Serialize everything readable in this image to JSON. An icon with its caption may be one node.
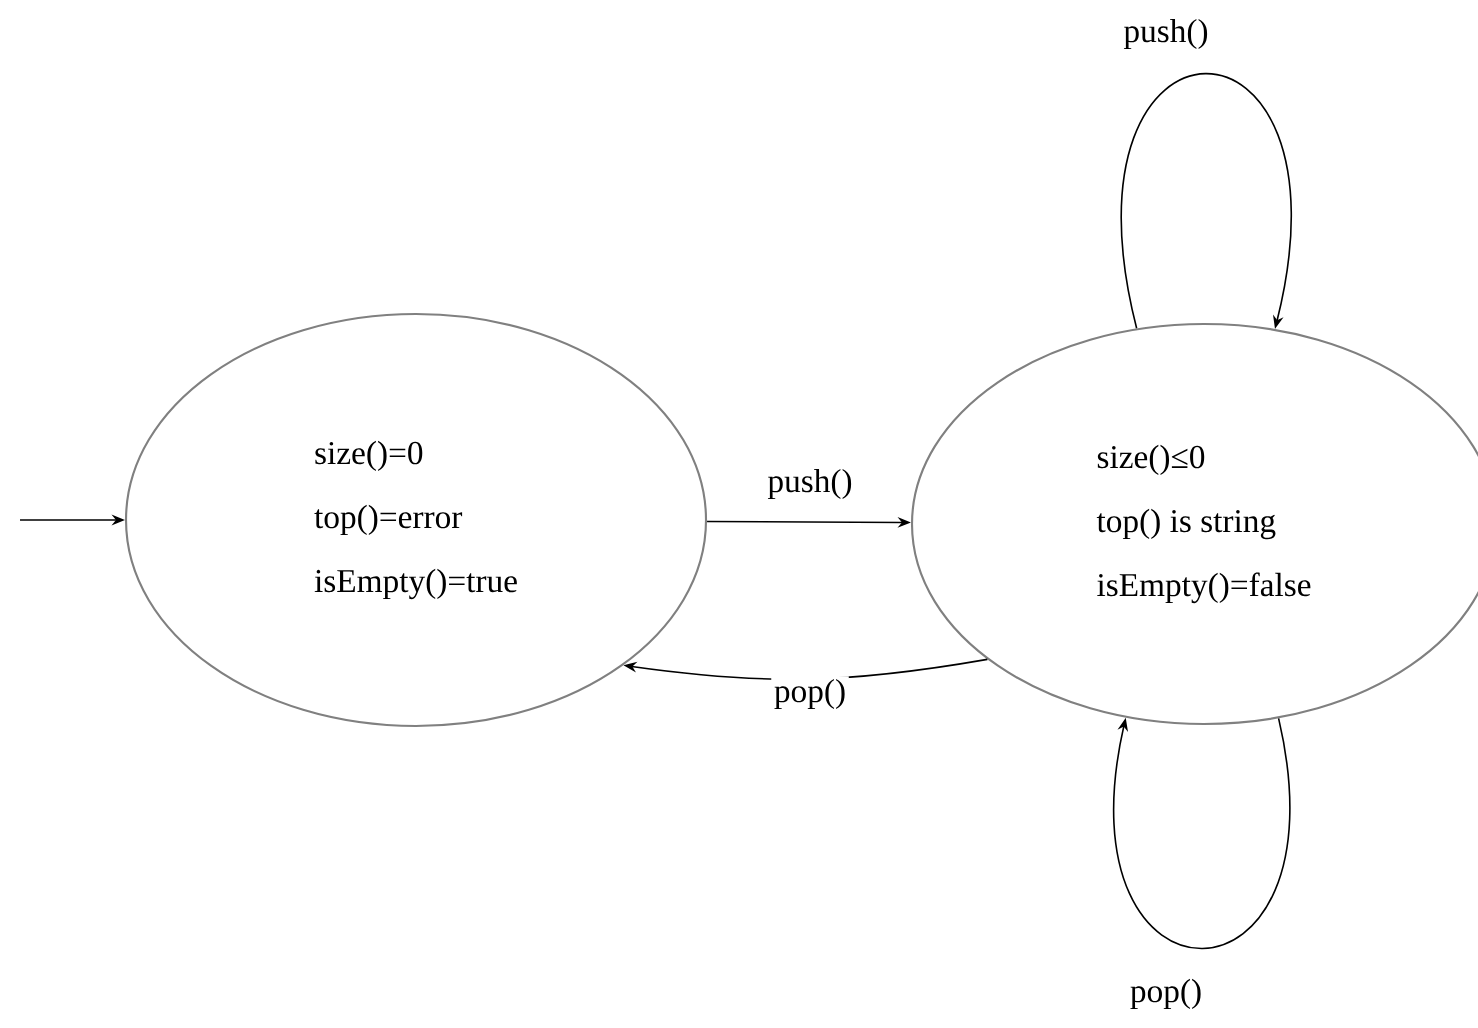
{
  "diagram": {
    "nodes": [
      {
        "text": [
          "size()=0",
          "top()=error",
          "isEmpty()=true"
        ]
      },
      {
        "text": [
          "size()≤0",
          "top() is string",
          "isEmpty()=false"
        ]
      }
    ],
    "edges": [
      {
        "from": null,
        "to": 0,
        "arrow": "to"
      },
      {
        "from": 0,
        "to": 1,
        "label": "push()",
        "arrow": "to"
      },
      {
        "from": 1,
        "to": 0,
        "label": "pop()",
        "arrow": "to"
      },
      {
        "from": 1,
        "to": 1,
        "label": "push()",
        "arrow": "to"
      },
      {
        "from": 1,
        "to": 1,
        "label": "pop()",
        "arrow": "to"
      }
    ]
  }
}
